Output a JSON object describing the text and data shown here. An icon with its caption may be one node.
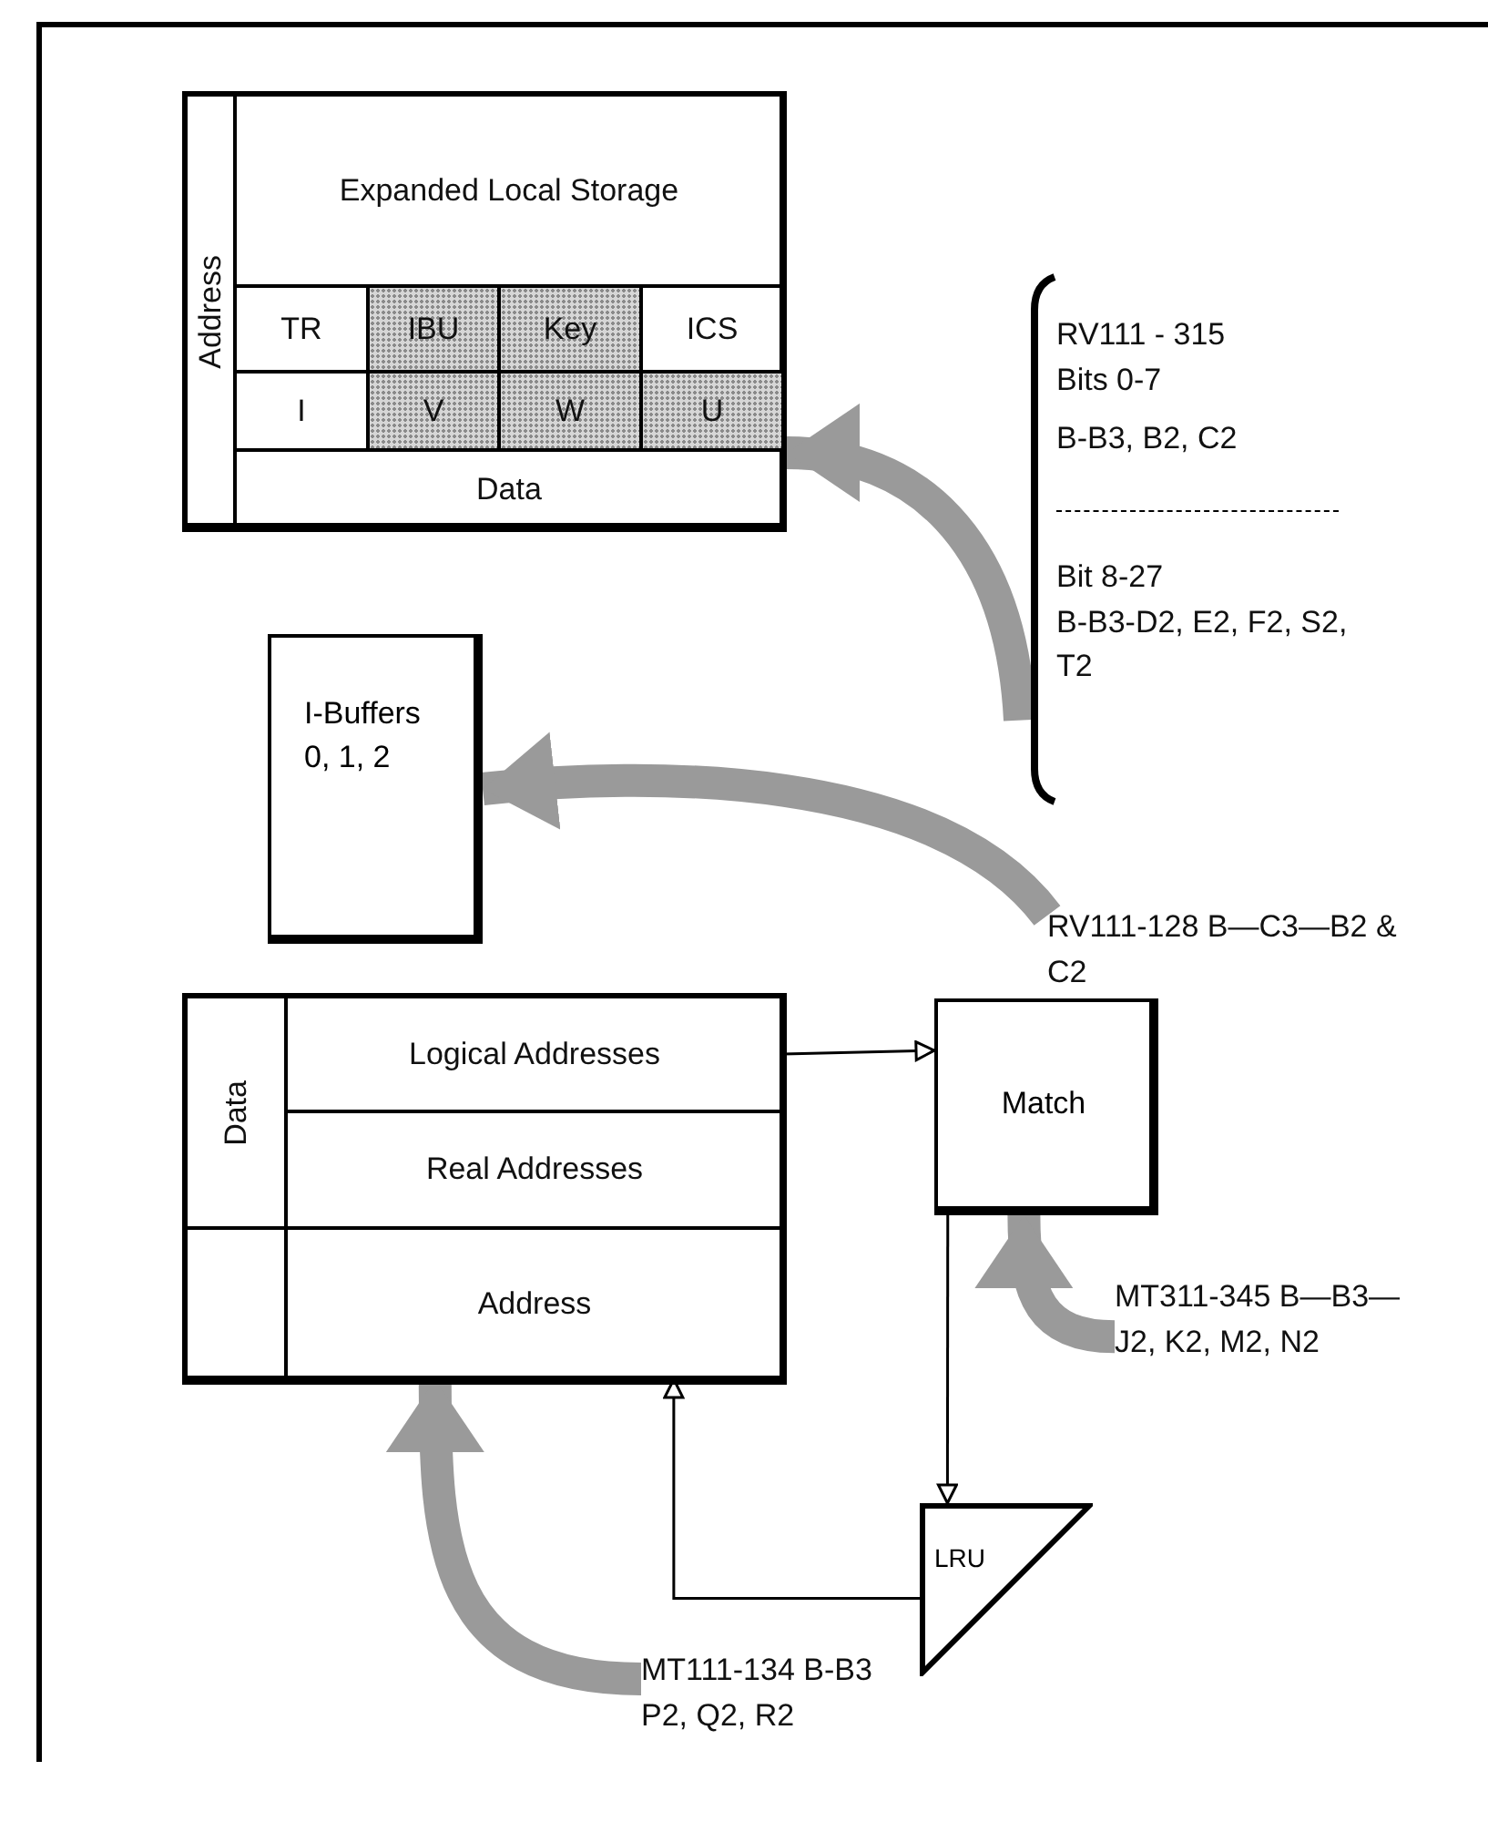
{
  "diagram": {
    "nodes": [
      {
        "text": [],
        "shape": "box"
      },
      {
        "text": [
          "Address"
        ],
        "in": 0
      },
      {
        "text": [
          "Expanded Local Storage"
        ],
        "in": 0
      },
      {
        "text": [
          "TR"
        ],
        "in": 0
      },
      {
        "text": [
          "IBU"
        ],
        "in": 0
      },
      {
        "text": [
          "Key"
        ],
        "in": 0
      },
      {
        "text": [
          "ICS"
        ],
        "in": 0
      },
      {
        "text": [
          "I"
        ],
        "in": 0
      },
      {
        "text": [
          "V"
        ],
        "in": 0
      },
      {
        "text": [
          "W"
        ],
        "in": 0
      },
      {
        "text": [
          "U"
        ],
        "in": 0
      },
      {
        "text": [
          "Data"
        ],
        "in": 0
      },
      {
        "text": [
          "RV111 - 315",
          "Bits 0-7",
          "B-B3, B2, C2",
          "Bit 8-27",
          "B-B3-D2, E2, F2, S2, T2"
        ]
      },
      {
        "text": [
          "I-Buffers 0, 1, 2"
        ]
      },
      {
        "text": [
          "RV111-128 B—C3—B2 & C2"
        ]
      },
      {
        "text": [],
        "shape": "box"
      },
      {
        "text": [
          "Data"
        ],
        "in": 15
      },
      {
        "text": [
          "Logical Addresses"
        ],
        "in": 15
      },
      {
        "text": [
          "Real Addresses"
        ],
        "in": 15
      },
      {
        "text": [
          "Address"
        ],
        "in": 15
      },
      {
        "text": [
          "Match"
        ]
      },
      {
        "text": [
          "LRU"
        ]
      },
      {
        "text": [
          "MT311-345 B—B3—J2, K2, M2, N2"
        ]
      },
      {
        "text": [
          "MT111-134 B-B3 P2, Q2, R2"
        ]
      },
      {
        "text": [],
        "shape": "box",
        "in": 15
      }
    ],
    "edges": [
      {
        "from": 12,
        "to": 0,
        "arrow": "to"
      },
      {
        "from": 14,
        "to": 13,
        "arrow": "to"
      },
      {
        "from": 17,
        "to": 20,
        "arrow": "to",
        "color": "#000000"
      },
      {
        "from": 20,
        "to": 21,
        "arrow": "to",
        "color": "#000000"
      },
      {
        "from": 21,
        "to": 19,
        "arrow": "to",
        "color": "#000000"
      },
      {
        "from": 22,
        "to": 20,
        "arrow": "to"
      },
      {
        "from": 23,
        "to": 19,
        "arrow": "to"
      }
    ]
  }
}
